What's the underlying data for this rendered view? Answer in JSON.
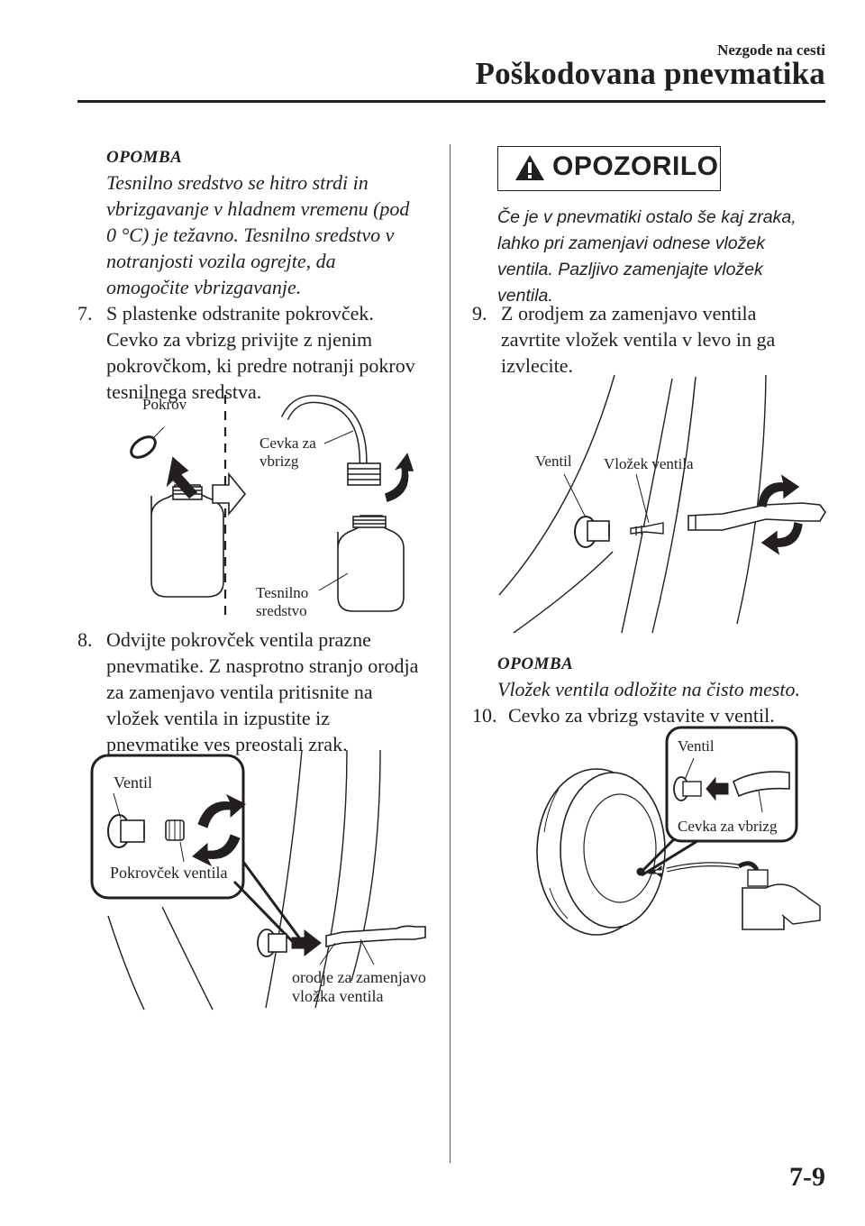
{
  "header": {
    "section": "Nezgode na cesti",
    "title": "Poškodovana pnevmatika"
  },
  "left": {
    "note1": {
      "heading": "OPOMBA",
      "lines": [
        "Tesnilno sredstvo se hitro strdi in",
        "vbrizgavanje v hladnem vremenu (pod",
        "0 °C) je težavno. Tesnilno sredstvo v",
        "notranjosti vozila ogrejte, da",
        "omogočite vbrizgavanje."
      ]
    },
    "step7": {
      "num": "7.",
      "lines": [
        "S plastenke odstranite pokrovček.",
        "Cevko za vbrizg privijte z njenim",
        "pokrovčkom, ki predre notranji pokrov",
        "tesnilnega sredstva."
      ]
    },
    "fig1": {
      "pokrov": "Pokrov",
      "cevka": [
        "Cevka za",
        "vbrizg"
      ],
      "tesnilno": [
        "Tesnilno",
        "sredstvo"
      ]
    },
    "step8": {
      "num": "8.",
      "lines": [
        "Odvijte pokrovček ventila prazne",
        "pnevmatike. Z nasprotno stranjo orodja",
        "za zamenjavo ventila pritisnite na",
        "vložek ventila in izpustite iz",
        "pnevmatike ves preostali zrak."
      ]
    },
    "fig2": {
      "ventil": "Ventil",
      "pokrovcek": "Pokrovček ventila",
      "orodje": [
        "orodje za zamenjavo",
        "vložka ventila"
      ]
    }
  },
  "right": {
    "warning": {
      "title": "OPOZORILO",
      "lines": [
        "Če je v pnevmatiki ostalo še kaj zraka,",
        "lahko pri zamenjavi odnese vložek",
        "ventila. Pazljivo zamenjajte vložek",
        "ventila."
      ]
    },
    "step9": {
      "num": "9.",
      "lines": [
        "Z orodjem za zamenjavo ventila",
        "zavrtite vložek ventila v levo in ga",
        "izvlecite."
      ]
    },
    "fig3": {
      "ventil": "Ventil",
      "vlozek": "Vložek ventila"
    },
    "note2": {
      "heading": "OPOMBA",
      "lines": [
        "Vložek ventila odložite na čisto mesto."
      ]
    },
    "step10": {
      "num": "10.",
      "lines": [
        "Cevko za vbrizg vstavite v ventil."
      ]
    },
    "fig4": {
      "ventil": "Ventil",
      "cevka": "Cevka za vbrizg"
    }
  },
  "page_number": "7-9"
}
